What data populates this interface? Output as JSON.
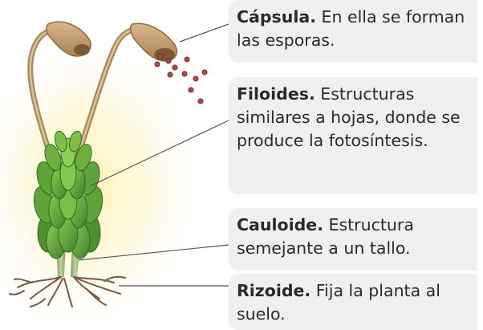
{
  "labels": {
    "capsula": {
      "term": "Cápsula.",
      "desc": " En ella se forman las esporas."
    },
    "filoides": {
      "term": "Filoides.",
      "desc": " Estructuras similares a hojas, donde se produce la fotosíntesis."
    },
    "cauloide": {
      "term": "Cauloide.",
      "desc": " Estructura semejante a un tallo."
    },
    "rizoide": {
      "term": "Rizoide.",
      "desc": " Fija la planta al suelo."
    }
  },
  "colors": {
    "label_background": "#eef0f2",
    "glow": "#fff6c2",
    "capsule": "#c9a470",
    "seta": "#b79a6a",
    "leaf": "#6fb043",
    "leaf_dark": "#3f7f2a",
    "stem": "#8fae6a",
    "root": "#8a6a4a",
    "spore": "#a0494a",
    "leader_line": "#555555"
  }
}
